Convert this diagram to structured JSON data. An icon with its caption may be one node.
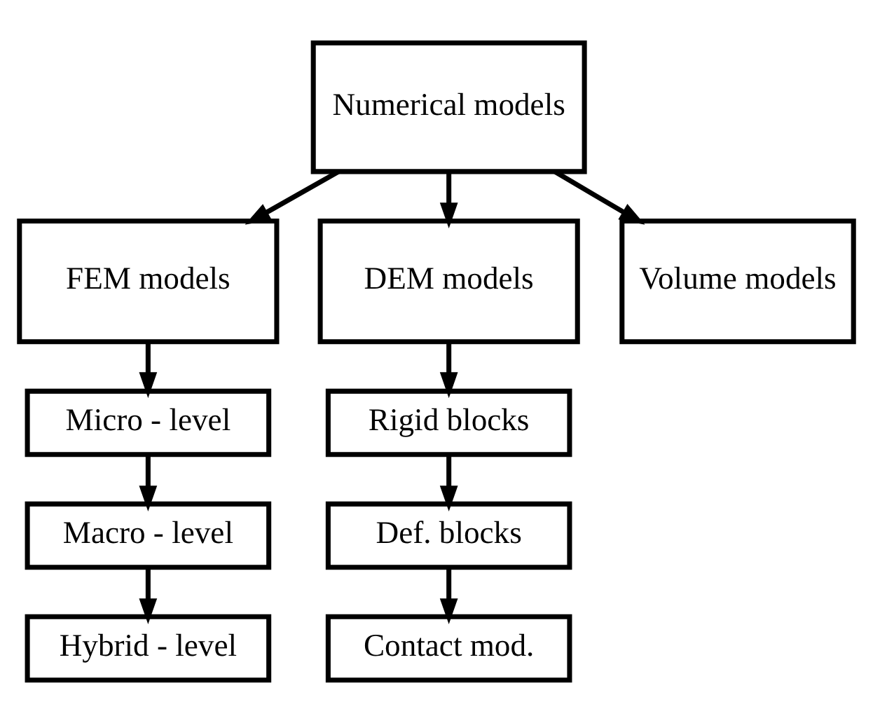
{
  "diagram": {
    "nodes": [
      {
        "text": [
          "Numerical models"
        ]
      },
      {
        "text": [
          "FEM models"
        ]
      },
      {
        "text": [
          "DEM models"
        ]
      },
      {
        "text": [
          "Volume models"
        ]
      },
      {
        "text": [
          "Micro - level"
        ]
      },
      {
        "text": [
          "Macro - level"
        ]
      },
      {
        "text": [
          "Hybrid - level"
        ]
      },
      {
        "text": [
          "Rigid blocks"
        ]
      },
      {
        "text": [
          "Def. blocks"
        ]
      },
      {
        "text": [
          "Contact mod."
        ]
      }
    ],
    "edges": [
      {
        "from": 0,
        "to": 1,
        "arrow": "to"
      },
      {
        "from": 0,
        "to": 2,
        "arrow": "to"
      },
      {
        "from": 0,
        "to": 3,
        "arrow": "to"
      },
      {
        "from": 1,
        "to": 4,
        "arrow": "to"
      },
      {
        "from": 4,
        "to": 5,
        "arrow": "to"
      },
      {
        "from": 5,
        "to": 6,
        "arrow": "to"
      },
      {
        "from": 2,
        "to": 7,
        "arrow": "to"
      },
      {
        "from": 7,
        "to": 8,
        "arrow": "to"
      },
      {
        "from": 8,
        "to": 9,
        "arrow": "to"
      }
    ]
  }
}
